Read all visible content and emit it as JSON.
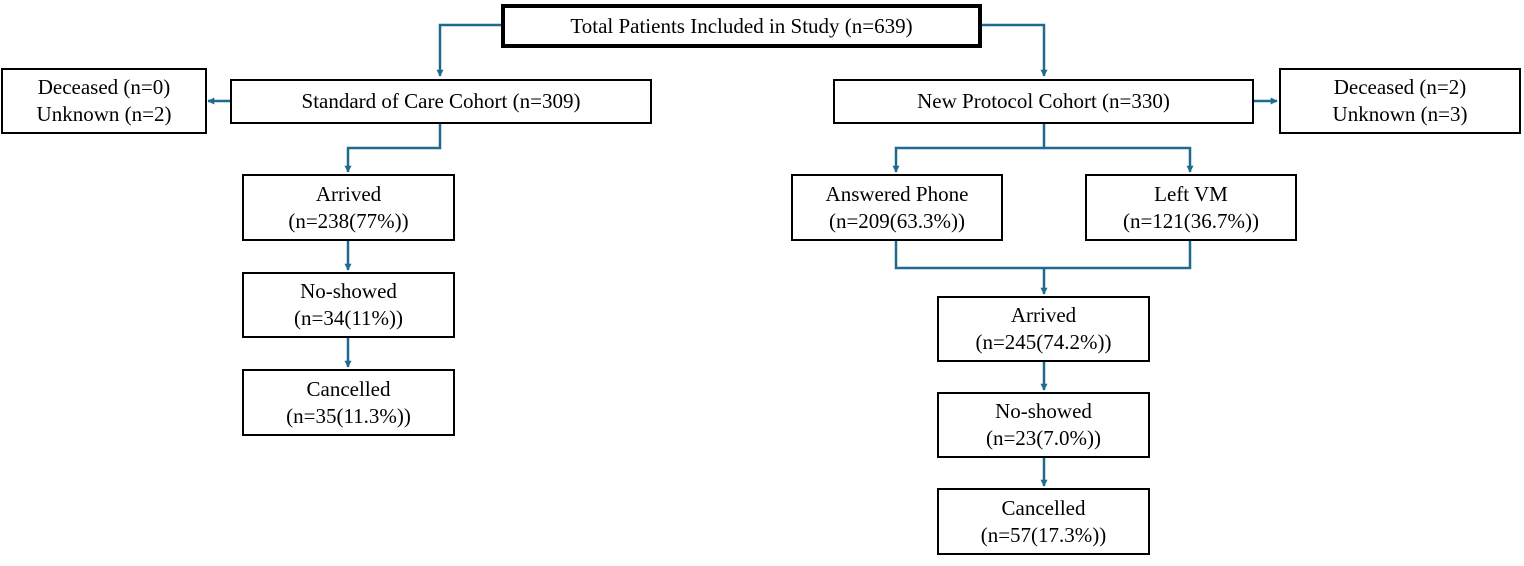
{
  "colors": {
    "connector": "#1f6a8f",
    "border": "#000000"
  },
  "total": {
    "text": "Total Patients Included in Study (n=639)"
  },
  "soc": {
    "cohort": "Standard of Care Cohort (n=309)",
    "excluded": {
      "line1": "Deceased (n=0)",
      "line2": "Unknown (n=2)"
    },
    "arrived": {
      "line1": "Arrived",
      "line2": "(n=238(77%))"
    },
    "noshow": {
      "line1": "No-showed",
      "line2": "(n=34(11%))"
    },
    "cancelled": {
      "line1": "Cancelled",
      "line2": "(n=35(11.3%))"
    }
  },
  "np": {
    "cohort": "New Protocol Cohort (n=330)",
    "excluded": {
      "line1": "Deceased (n=2)",
      "line2": "Unknown (n=3)"
    },
    "answered": {
      "line1": "Answered Phone",
      "line2": "(n=209(63.3%))"
    },
    "leftvm": {
      "line1": "Left VM",
      "line2": "(n=121(36.7%))"
    },
    "arrived": {
      "line1": "Arrived",
      "line2": "(n=245(74.2%))"
    },
    "noshow": {
      "line1": "No-showed",
      "line2": "(n=23(7.0%))"
    },
    "cancelled": {
      "line1": "Cancelled",
      "line2": "(n=57(17.3%))"
    }
  }
}
